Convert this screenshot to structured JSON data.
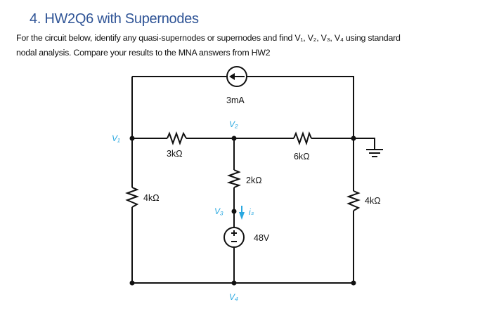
{
  "heading": "4. HW2Q6 with Supernodes",
  "paragraph": {
    "line1": "For the circuit below, identify any quasi-supernodes or supernodes and find V₁, V₂, V₃, V₄ using standard",
    "line2": "nodal analysis. Compare your results to the MNA answers from HW2"
  },
  "circuit": {
    "current_source": "3mA",
    "voltage_source": "48V",
    "resistors": {
      "top_left": "3kΩ",
      "top_right": "6kΩ",
      "middle": "2kΩ",
      "left": "4kΩ",
      "right": "4kΩ"
    },
    "nodes": {
      "v1": "V₁",
      "v2": "V₂",
      "v3": "V₃",
      "v4": "V₄"
    },
    "current_label": "iₛ",
    "colors": {
      "wire": "#111111",
      "node_label": "#29a8e0",
      "heading": "#2f5496"
    }
  }
}
